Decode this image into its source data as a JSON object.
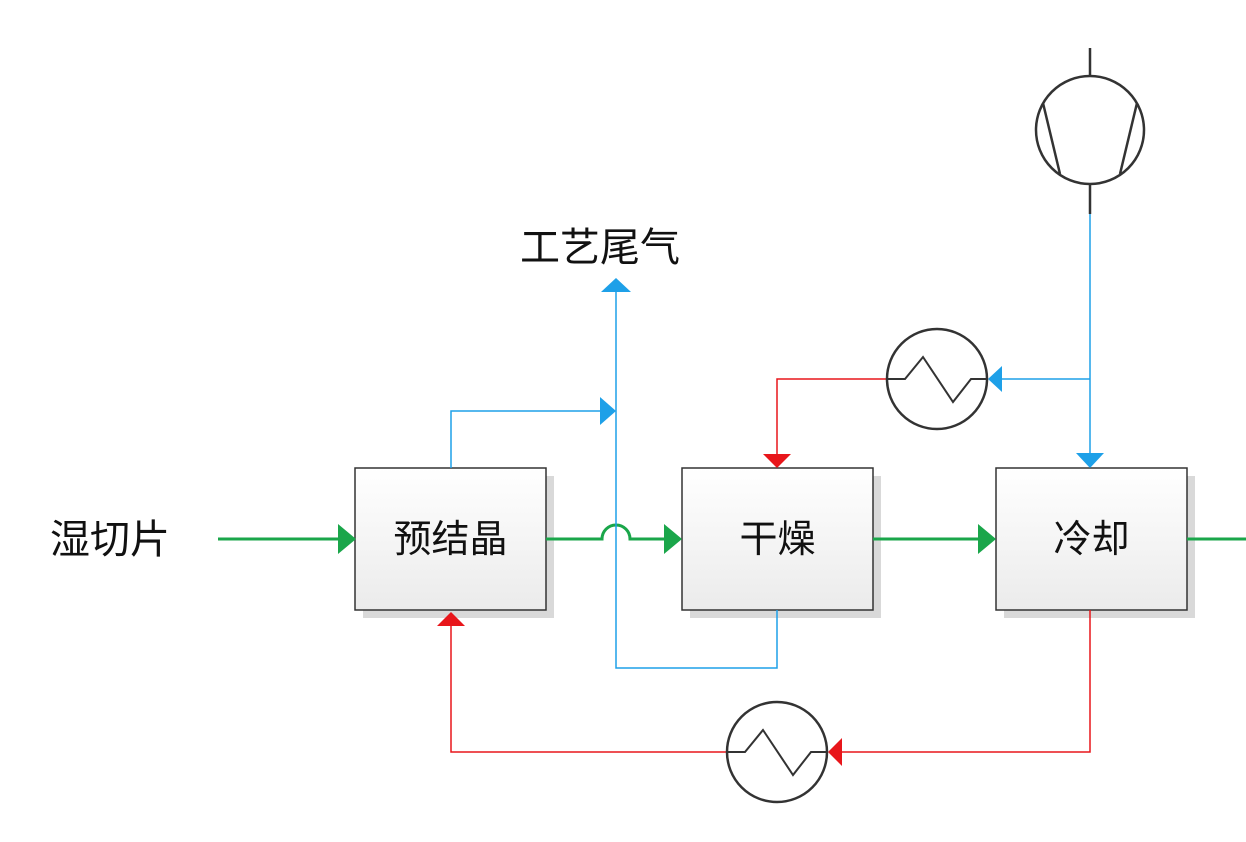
{
  "diagram": {
    "labels": {
      "input": "湿切片",
      "exhaust": "工艺尾气"
    },
    "boxes": {
      "precrystallize": "预结晶",
      "dry": "干燥",
      "cool": "冷却"
    }
  },
  "colors": {
    "material_flow": "#1aa64a",
    "hot_air": "#e8161b",
    "cool_air": "#1ea0e8",
    "box_stroke": "#333333",
    "box_fill": "#f6f6f6"
  }
}
